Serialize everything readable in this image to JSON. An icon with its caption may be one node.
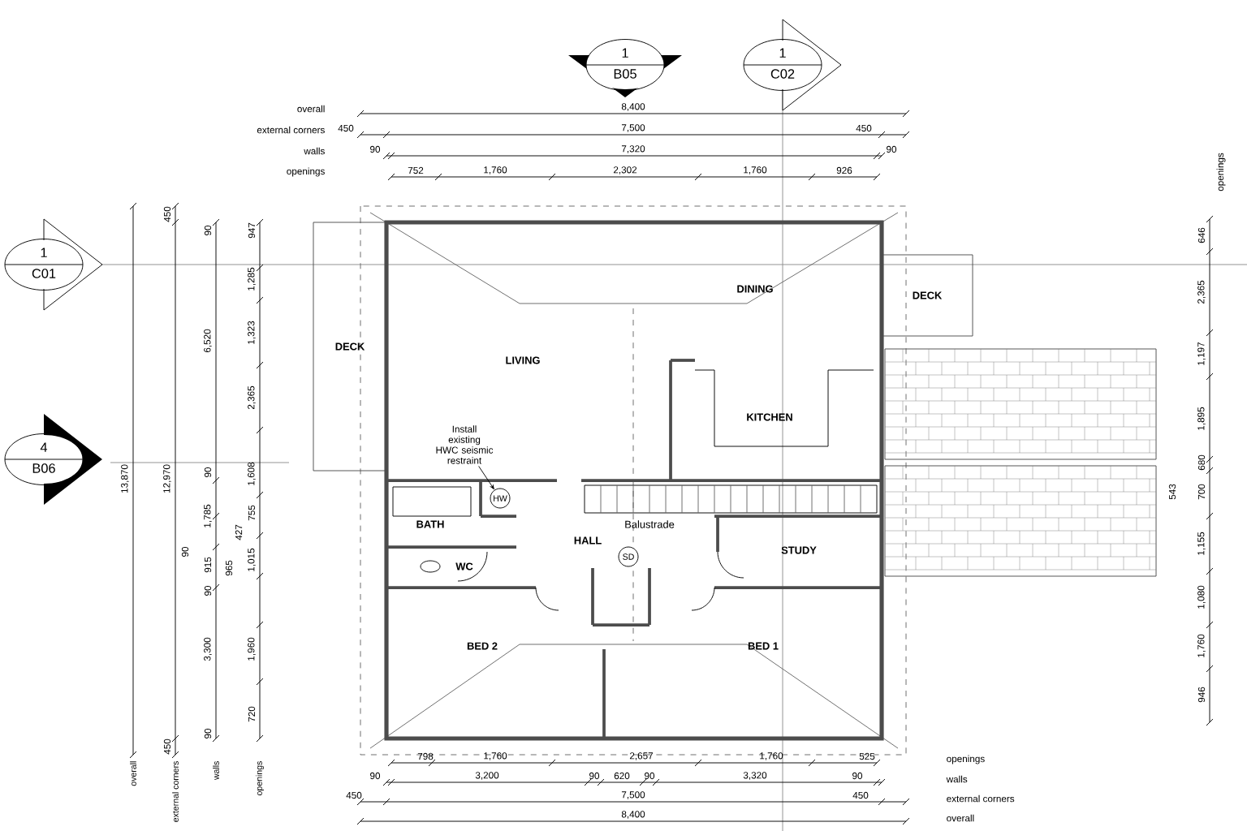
{
  "diagram": {
    "nodes": [
      {
        "text": [
          "1",
          "B05"
        ]
      },
      {
        "text": [
          "1",
          "C02"
        ]
      },
      {
        "text": [
          "1",
          "C01"
        ]
      },
      {
        "text": [
          "4",
          "B06"
        ]
      },
      {
        "text": [
          "DECK"
        ]
      },
      {
        "text": [
          "DECK"
        ]
      },
      {
        "text": [
          "Install existing HWC seismic restraint"
        ]
      },
      {
        "text": [
          "HW"
        ]
      },
      {
        "text": [
          "SD"
        ]
      }
    ],
    "edges": [
      {
        "from": 6,
        "to": 7,
        "arrow": "to"
      }
    ],
    "labels": [
      "overall",
      "8,400",
      "external corners",
      "450",
      "7,500",
      "450",
      "walls",
      "90",
      "7,320",
      "90",
      "openings",
      "752",
      "1,760",
      "2,302",
      "1,760",
      "926",
      "openings",
      "646",
      "2,365",
      "1,197",
      "1,895",
      "680",
      "543",
      "700",
      "1,155",
      "1,080",
      "1,760",
      "946",
      "450",
      "90",
      "947",
      "1,285",
      "6,520",
      "1,323",
      "2,365",
      "13,870",
      "12,970",
      "90",
      "1,608",
      "1,785",
      "755",
      "427",
      "90",
      "915",
      "965",
      "1,015",
      "90",
      "3,300",
      "1,960",
      "90",
      "720",
      "450",
      "overall",
      "external corners",
      "walls",
      "openings",
      "DINING",
      "LIVING",
      "KITCHEN",
      "BATH",
      "Balustrade",
      "HALL",
      "STUDY",
      "WC",
      "BED 2",
      "BED 1",
      "798",
      "1,760",
      "2,657",
      "1,760",
      "525",
      "openings",
      "90",
      "3,200",
      "90",
      "620",
      "90",
      "3,320",
      "90",
      "walls",
      "450",
      "7,500",
      "450",
      "external corners",
      "8,400",
      "overall"
    ]
  }
}
